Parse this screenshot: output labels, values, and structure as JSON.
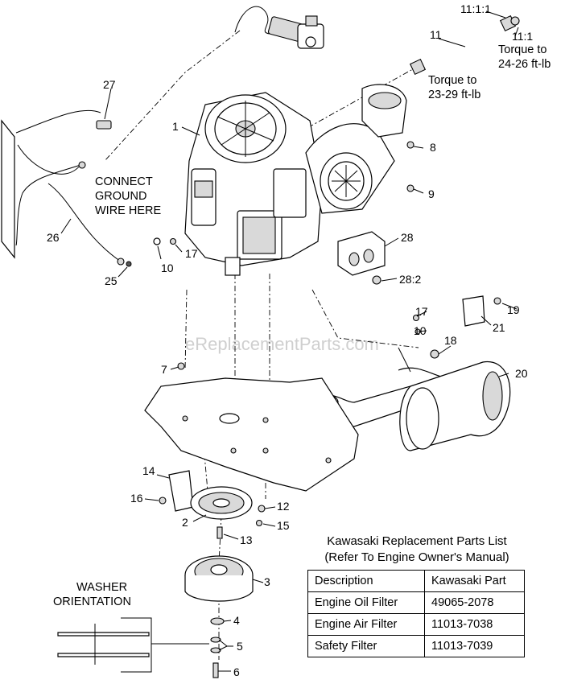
{
  "watermark": "eReplacementParts.com",
  "notes": {
    "connect_ground": [
      "CONNECT",
      "GROUND",
      "WIRE HERE"
    ],
    "washer_orientation": [
      "WASHER",
      "ORIENTATION"
    ],
    "torque_upper": [
      "Torque to",
      "24-26 ft-lb"
    ],
    "torque_lower": [
      "Torque to",
      "23-29 ft-lb"
    ]
  },
  "callouts": {
    "c11_1_1": "11:1:1",
    "c11": "11",
    "c11_1": "11:1",
    "c27": "27",
    "c1": "1",
    "c8": "8",
    "c9": "9",
    "c26": "26",
    "c10a": "10",
    "c17a": "17",
    "c25": "25",
    "c28": "28",
    "c28_2": "28:2",
    "c17b": "17",
    "c19": "19",
    "c10b": "10",
    "c21": "21",
    "c18": "18",
    "c7": "7",
    "c20": "20",
    "c14": "14",
    "c16": "16",
    "c12": "12",
    "c2": "2",
    "c15": "15",
    "c13": "13",
    "c3": "3",
    "c4": "4",
    "c5": "5",
    "c6": "6"
  },
  "parts_table": {
    "title": [
      "Kawasaki Replacement Parts List",
      "(Refer To Engine Owner's Manual)"
    ],
    "headers": [
      "Description",
      "Kawasaki Part"
    ],
    "rows": [
      [
        "Engine Oil Filter",
        "49065-2078"
      ],
      [
        "Engine Air Filter",
        "11013-7038"
      ],
      [
        "Safety Filter",
        "11013-7039"
      ]
    ]
  }
}
